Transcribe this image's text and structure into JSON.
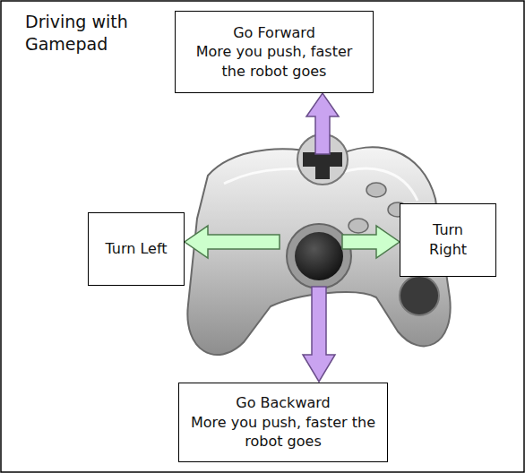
{
  "diagram": {
    "title": "Driving with Gamepad",
    "nodes": [
      {
        "text": [
          "Go Forward",
          "More you push, faster the robot goes"
        ]
      },
      {
        "text": [
          "Turn Left"
        ]
      },
      {
        "text": [
          "Turn Right"
        ]
      },
      {
        "text": [
          "Go Backward",
          "More you push, faster the robot goes"
        ]
      }
    ]
  }
}
